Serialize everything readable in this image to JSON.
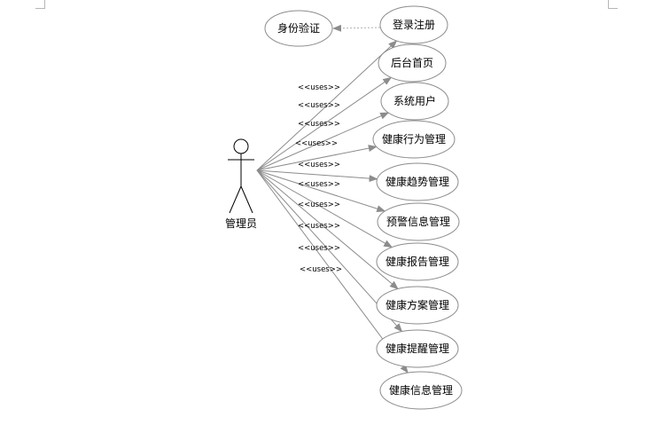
{
  "diagram": {
    "actor": {
      "label": "管理员"
    },
    "auth_usecase": {
      "label": "身份验证"
    },
    "usecases": [
      {
        "label": "登录注册"
      },
      {
        "label": "后台首页"
      },
      {
        "label": "系统用户"
      },
      {
        "label": "健康行为管理"
      },
      {
        "label": "健康趋势管理"
      },
      {
        "label": "预警信息管理"
      },
      {
        "label": "健康报告管理"
      },
      {
        "label": "健康方案管理"
      },
      {
        "label": "健康提醒管理"
      },
      {
        "label": "健康信息管理"
      }
    ],
    "relation_label": "<<uses>>",
    "colors": {
      "line": "#8c8c8c",
      "ellipse_stroke": "#8c8c8c",
      "text": "#000000",
      "dashed": "#b0b0b0"
    }
  }
}
